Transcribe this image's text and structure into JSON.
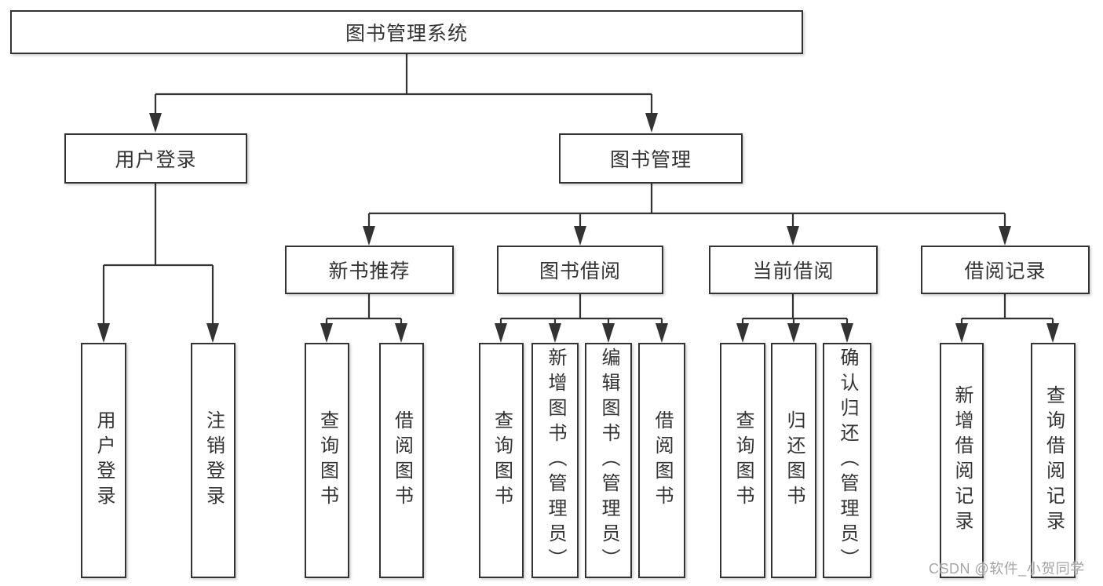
{
  "diagram_title": "图书管理系统",
  "watermark": "CSDN @软件_小贺同学",
  "colors": {
    "line": "#333333",
    "text": "#333333",
    "box_background": "#ffffff",
    "watermark": "#9b9b9b"
  },
  "tree": {
    "label": "图书管理系统",
    "children": [
      {
        "label": "用户登录",
        "children": [
          {
            "label": "用户登录"
          },
          {
            "label": "注销登录"
          }
        ]
      },
      {
        "label": "图书管理",
        "children": [
          {
            "label": "新书推荐",
            "children": [
              {
                "label": "查询图书"
              },
              {
                "label": "借阅图书"
              }
            ]
          },
          {
            "label": "图书借阅",
            "children": [
              {
                "label": "查询图书"
              },
              {
                "label": "新增图书（管理员）"
              },
              {
                "label": "编辑图书（管理员）"
              },
              {
                "label": "借阅图书"
              }
            ]
          },
          {
            "label": "当前借阅",
            "children": [
              {
                "label": "查询图书"
              },
              {
                "label": "归还图书"
              },
              {
                "label": "确认归还（管理员）"
              }
            ]
          },
          {
            "label": "借阅记录",
            "children": [
              {
                "label": "新增借阅记录"
              },
              {
                "label": "查询借阅记录"
              }
            ]
          }
        ]
      }
    ]
  }
}
